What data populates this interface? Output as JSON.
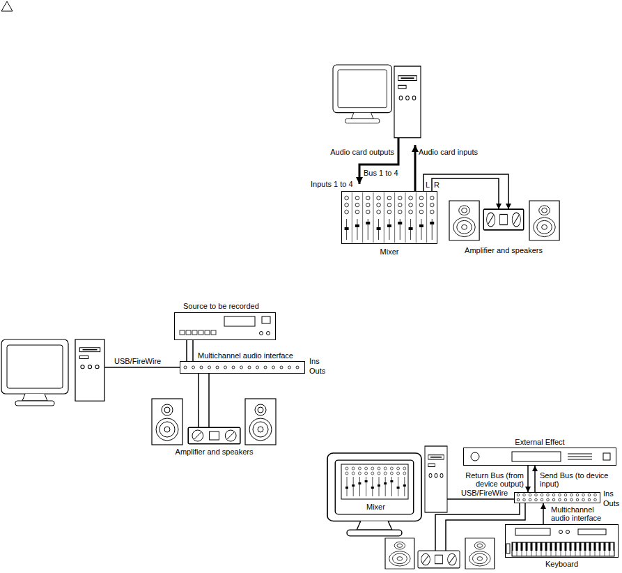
{
  "diagram": {
    "nodes": [
      {
        "text": [
          "Mixer"
        ]
      },
      {
        "text": [
          "Amplifier and speakers"
        ]
      },
      {
        "text": [
          "Source to be recorded"
        ]
      },
      {
        "text": [
          "Multichannel audio interface"
        ]
      },
      {
        "text": [
          "Amplifier and speakers"
        ]
      },
      {
        "text": [
          "External Effect"
        ]
      },
      {
        "text": [
          "Multichannel audio interface"
        ]
      },
      {
        "text": [
          "Keyboard"
        ]
      }
    ],
    "edges": [
      {
        "from": 0,
        "to": 1,
        "arrow": "to"
      },
      {
        "from": 0,
        "to": 1,
        "arrow": "to"
      },
      {
        "from": 2,
        "to": 3,
        "arrow": "none"
      },
      {
        "from": 2,
        "to": 3,
        "arrow": "none"
      },
      {
        "from": 3,
        "to": 4,
        "arrow": "none"
      },
      {
        "from": 3,
        "to": 4,
        "arrow": "none"
      },
      {
        "from": 6,
        "to": 5,
        "arrow": "to"
      },
      {
        "from": 5,
        "to": 6,
        "arrow": "to"
      },
      {
        "from": 7,
        "to": 6,
        "arrow": "to"
      }
    ],
    "labels": [
      "Audio card outputs",
      "Audio card inputs",
      "Inputs 1 to 4",
      "Bus 1 to 4",
      "L",
      "R",
      "USB/FireWire",
      "Ins",
      "Outs",
      "Mixer",
      "USB/FireWire",
      "Return Bus (from device output)",
      "Send Bus (to device input)",
      "Ins",
      "Outs"
    ]
  }
}
